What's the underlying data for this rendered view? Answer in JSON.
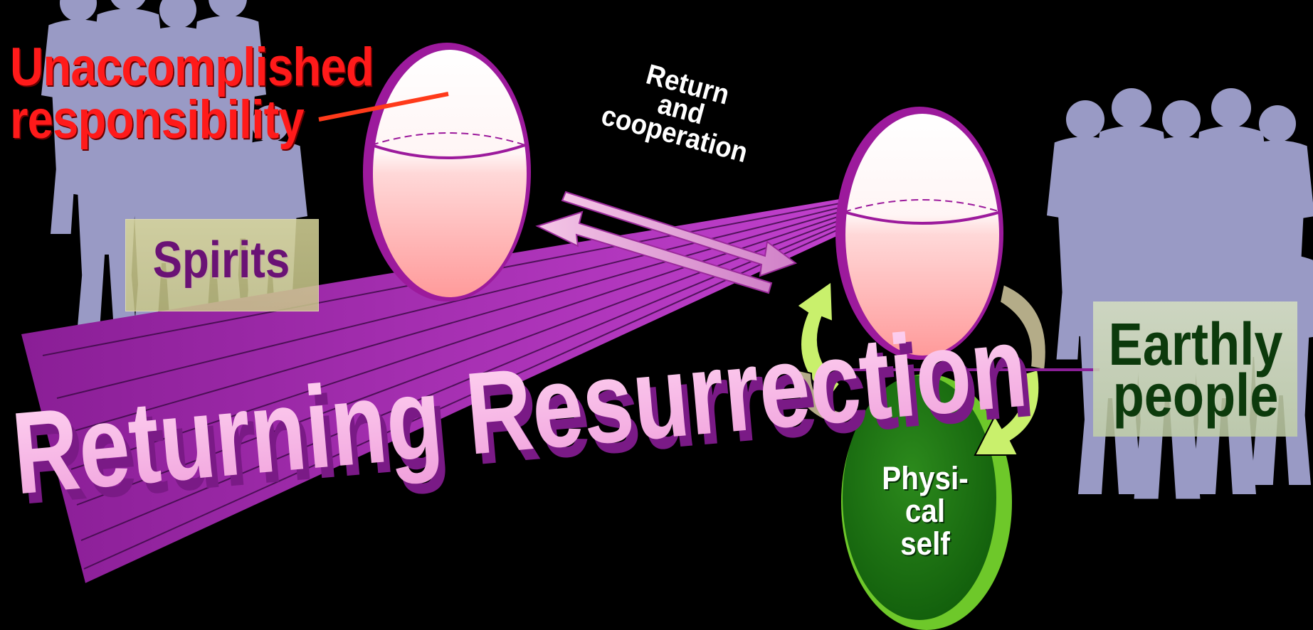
{
  "labels": {
    "unaccomplished_line1": "Unaccomplished",
    "unaccomplished_line2": "responsibility",
    "spirits": "Spirits",
    "return_line1": "Return",
    "return_line2": "and",
    "return_line3": "cooperation",
    "title": "Returning Resurrection",
    "earthly_line1": "Earthly",
    "earthly_line2": "people",
    "physical_line1": "Physi-",
    "physical_line2": "cal",
    "physical_line3": "self"
  },
  "colors": {
    "background": "#000000",
    "silhouette": "#a7a8d6",
    "beam_purple": "#7a1a86",
    "title_pink": "#f7b4e6",
    "sphere_top": "#ffffff",
    "sphere_bottom": "#ff9a9a",
    "sphere_rim": "#9c1a9c",
    "physical_self_green": "#1e7a12",
    "arrow_light_green": "#c9f06c",
    "arrow_khaki": "#b4ac88",
    "responsibility_red": "#ff1a1a",
    "spirits_text": "#6a1275",
    "earthly_text": "#0c3a0c",
    "spirits_label_bg": "#d9d79a",
    "earthly_label_bg": "#d6e0c0"
  }
}
